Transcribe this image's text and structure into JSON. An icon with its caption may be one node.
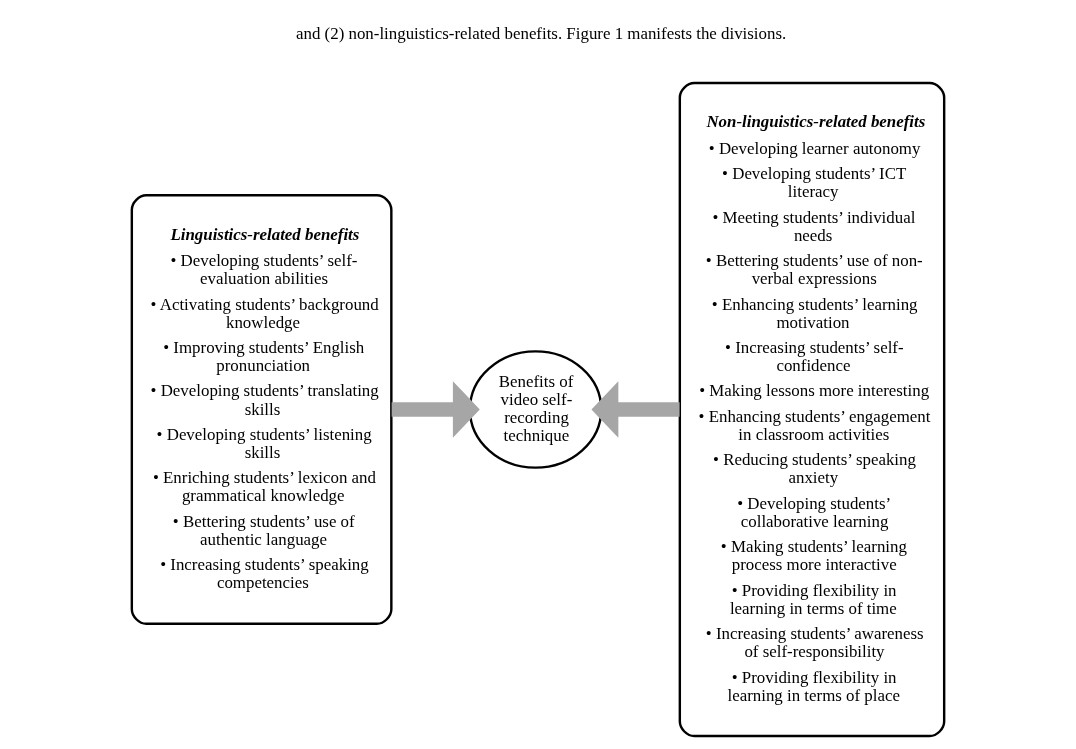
{
  "diagram": {
    "nodes": [
      {
        "text": [
          "Linguistics-related benefits",
          "• Developing students’ self-evaluation abilities",
          "• Activating students’ background knowledge",
          "• Improving students’ English pronunciation",
          "• Developing students’ translating skills",
          "• Developing students’ listening skills",
          "• Enriching students’ lexicon and grammatical knowledge",
          "• Bettering students’ use of authentic language",
          "• Increasing students’ speaking competencies"
        ]
      },
      {
        "text": [
          "Benefits of video self-recording technique"
        ]
      },
      {
        "text": [
          "Non-linguistics-related benefits",
          "• Developing learner autonomy",
          "• Developing students’ ICT literacy",
          "• Meeting students’ individual needs",
          "• Bettering students’ use of non-verbal expressions",
          "• Enhancing students’ learning motivation",
          "• Increasing students’ self-confidence",
          "• Making lessons more interesting",
          "• Enhancing students’ engagement in classroom activities",
          "• Reducing students’ speaking anxiety",
          "• Developing students’ collaborative learning",
          "• Making students’ learning process more interactive",
          "• Providing flexibility in learning in terms of time",
          "• Increasing students’ awareness of self-responsibility",
          "• Providing flexibility in learning in terms of place"
        ]
      }
    ],
    "edges": [
      {
        "from": 0,
        "to": 1,
        "arrow": "to"
      },
      {
        "from": 2,
        "to": 1,
        "arrow": "to"
      }
    ],
    "labels": [
      "and (2) non-linguistics-related benefits. Figure 1 manifests the divisions."
    ]
  }
}
